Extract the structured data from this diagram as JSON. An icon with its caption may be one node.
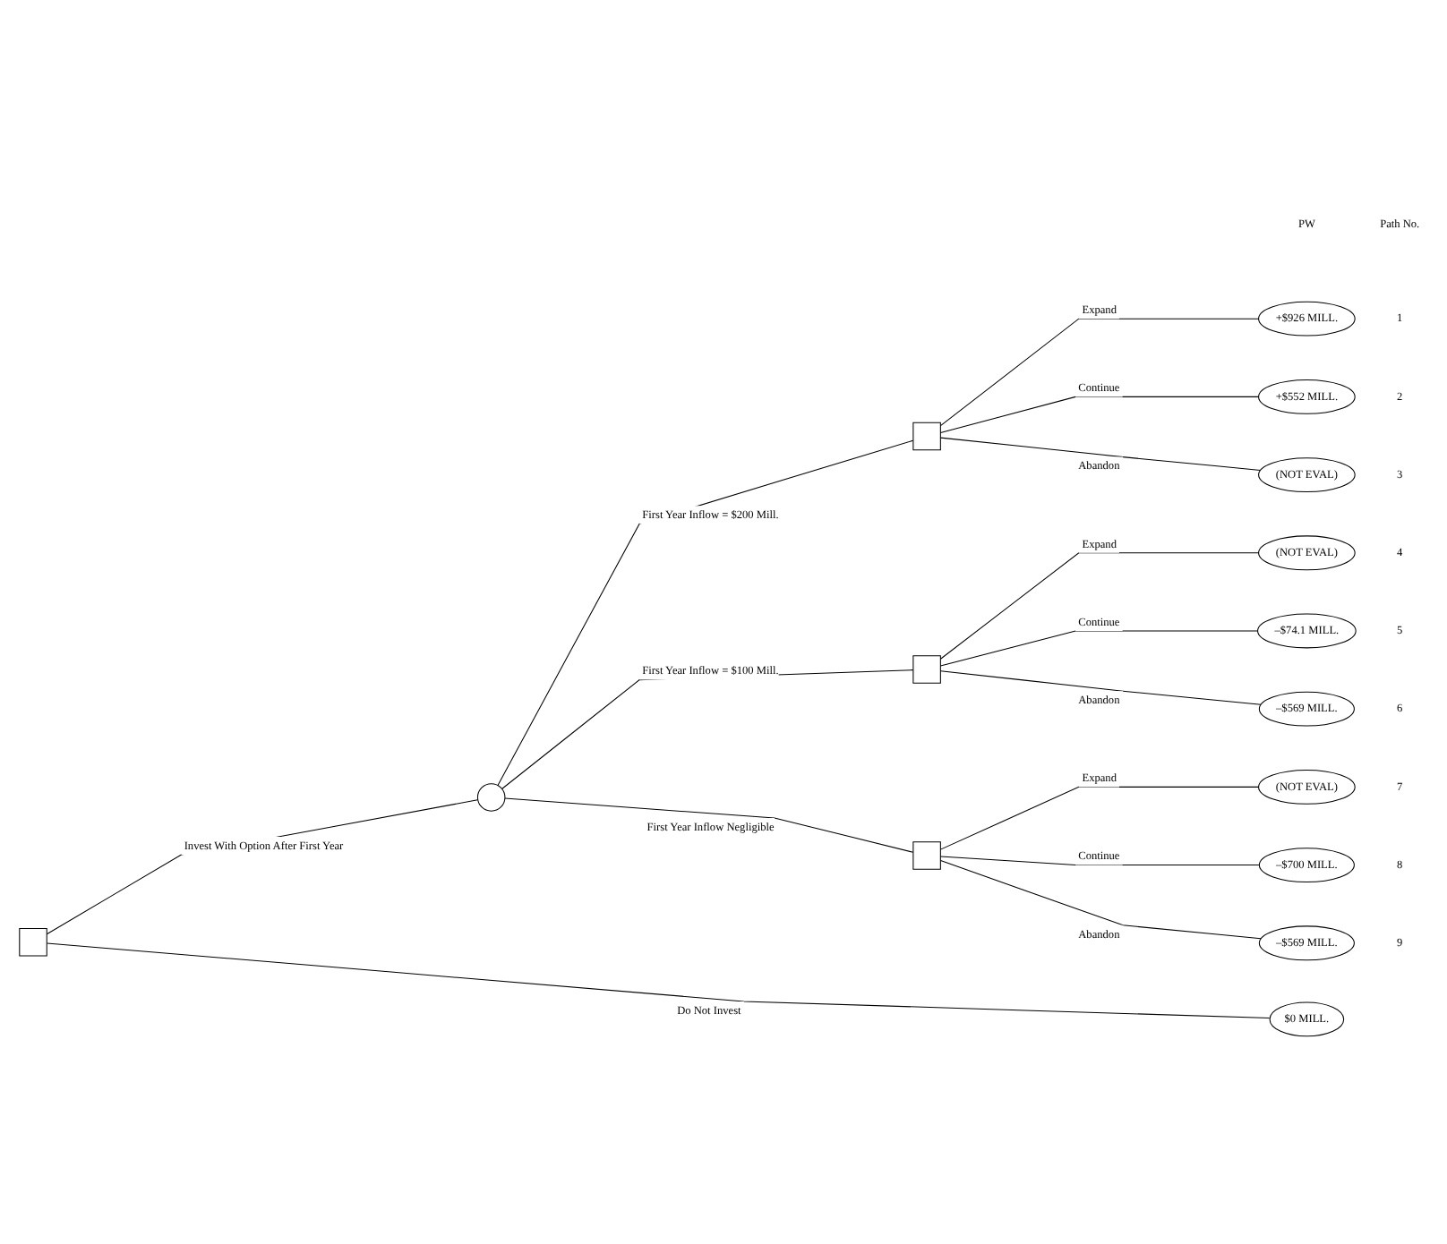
{
  "diagram": {
    "nodes": [
      {
        "text": [],
        "shape": "box"
      },
      {
        "text": [],
        "shape": "circle"
      },
      {
        "text": [],
        "shape": "box"
      },
      {
        "text": [],
        "shape": "box"
      },
      {
        "text": [],
        "shape": "box"
      },
      {
        "text": [
          "+$926 MILL."
        ],
        "beside": [
          "1"
        ]
      },
      {
        "text": [
          "+$552 MILL."
        ],
        "beside": [
          "2"
        ]
      },
      {
        "text": [
          "(NOT EVAL)"
        ],
        "beside": [
          "3"
        ]
      },
      {
        "text": [
          "(NOT EVAL)"
        ],
        "beside": [
          "4"
        ]
      },
      {
        "text": [
          "–$74.1 MILL."
        ],
        "beside": [
          "5"
        ]
      },
      {
        "text": [
          "–$569 MILL."
        ],
        "beside": [
          "6"
        ]
      },
      {
        "text": [
          "(NOT EVAL)"
        ],
        "beside": [
          "7"
        ]
      },
      {
        "text": [
          "–$700 MILL."
        ],
        "beside": [
          "8"
        ]
      },
      {
        "text": [
          "–$569 MILL."
        ],
        "beside": [
          "9"
        ]
      },
      {
        "text": [
          "$0 MILL."
        ]
      }
    ],
    "edges": [
      {
        "from": 0,
        "to": 1,
        "arrow": "none",
        "label": "Invest With Option After First Year"
      },
      {
        "from": 0,
        "to": 14,
        "arrow": "none",
        "label": "Do Not Invest"
      },
      {
        "from": 1,
        "to": 2,
        "arrow": "none",
        "label": "First Year Inflow = $200 Mill."
      },
      {
        "from": 1,
        "to": 3,
        "arrow": "none",
        "label": "First Year Inflow = $100 Mill."
      },
      {
        "from": 1,
        "to": 4,
        "arrow": "none",
        "label": "First Year Inflow Negligible"
      },
      {
        "from": 2,
        "to": 5,
        "arrow": "none",
        "label": "Expand"
      },
      {
        "from": 2,
        "to": 6,
        "arrow": "none",
        "label": "Continue"
      },
      {
        "from": 2,
        "to": 7,
        "arrow": "none",
        "label": "Abandon"
      },
      {
        "from": 3,
        "to": 8,
        "arrow": "none",
        "label": "Expand"
      },
      {
        "from": 3,
        "to": 9,
        "arrow": "none",
        "label": "Continue"
      },
      {
        "from": 3,
        "to": 10,
        "arrow": "none",
        "label": "Abandon"
      },
      {
        "from": 4,
        "to": 11,
        "arrow": "none",
        "label": "Expand"
      },
      {
        "from": 4,
        "to": 12,
        "arrow": "none",
        "label": "Continue"
      },
      {
        "from": 4,
        "to": 13,
        "arrow": "none",
        "label": "Abandon"
      }
    ],
    "labels": [
      "PW",
      "Path No."
    ]
  }
}
